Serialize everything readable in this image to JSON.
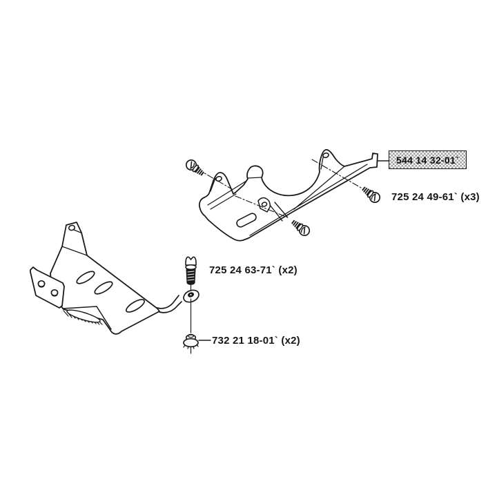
{
  "page": {
    "background_color": "#ffffff",
    "line_color": "#1a1a1a",
    "highlight_pattern_color": "#9e9e9e"
  },
  "diagram": {
    "highlighted_part": {
      "number": "544 14 32-01`"
    },
    "callouts": [
      {
        "part_number": "725 24 49-61` (x3)"
      },
      {
        "part_number": "725 24 63-71` (x2)"
      },
      {
        "part_number": "732 21 18-01` (x2)"
      }
    ]
  }
}
